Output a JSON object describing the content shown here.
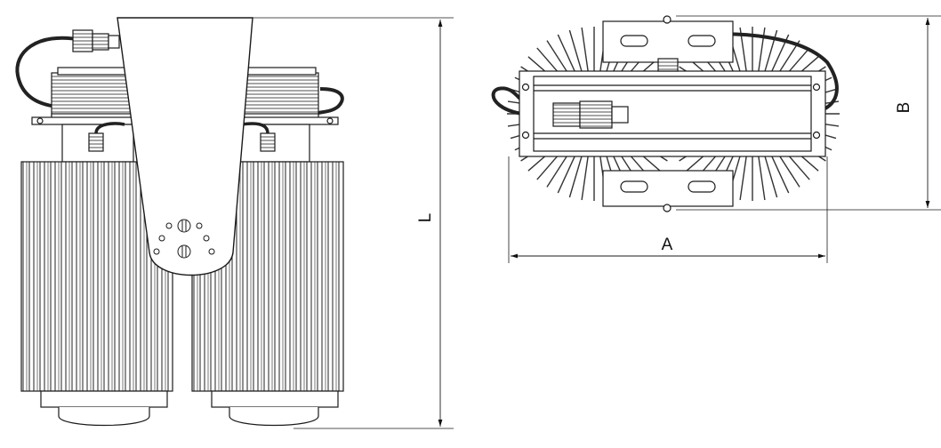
{
  "dimensions": {
    "length_label": "L",
    "width_label": "A",
    "height_label": "B"
  },
  "colors": {
    "line": "#1a1a1a",
    "fin": "#333333",
    "background": "#ffffff"
  }
}
